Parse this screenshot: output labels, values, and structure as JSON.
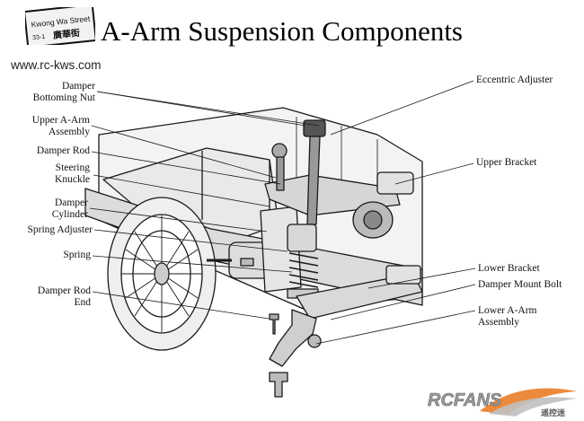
{
  "title": "A-Arm Suspension Components",
  "website": "www.rc-kws.com",
  "sign": {
    "line1": "Kwong Wa Street",
    "line2": "33-1",
    "line3": "廣華街"
  },
  "logo": {
    "text": "RCFANS",
    "sub": "遥控迷"
  },
  "labels": {
    "damper_bottoming_nut": "Damper\nBottoming Nut",
    "upper_a_arm_assembly": "Upper A-Arm\nAssembly",
    "damper_rod": "Damper Rod",
    "steering_knuckle": "Steering\nKnuckle",
    "damper_cylinder": "Damper\nCylinder",
    "spring_adjuster": "Spring Adjuster",
    "spring": "Spring",
    "damper_rod_end": "Damper Rod\nEnd",
    "eccentric_adjuster": "Eccentric Adjuster",
    "upper_bracket": "Upper Bracket",
    "lower_bracket": "Lower Bracket",
    "damper_mount_bolt": "Damper Mount Bolt",
    "lower_a_arm_assembly": "Lower A-Arm\nAssembly"
  },
  "colors": {
    "line": "#1a1a1a",
    "sign_bg": "#f2f2f2",
    "logo_accent": "#e8751a"
  }
}
